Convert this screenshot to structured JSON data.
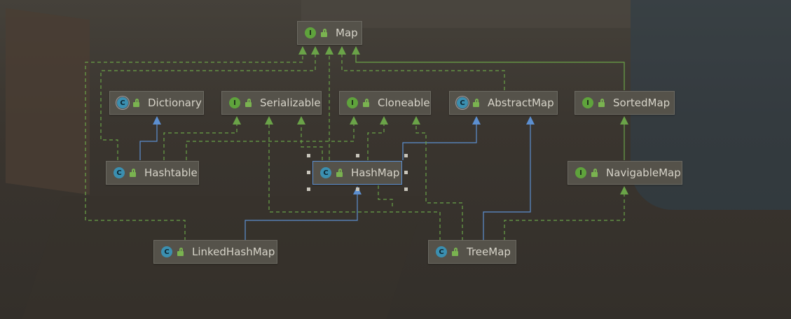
{
  "diagram": {
    "nodes": [
      {
        "id": "Map",
        "label": "Map",
        "kind": "interface",
        "badge": "I"
      },
      {
        "id": "Dictionary",
        "label": "Dictionary",
        "kind": "abstract-class",
        "badge": "C"
      },
      {
        "id": "Serializable",
        "label": "Serializable",
        "kind": "interface",
        "badge": "I"
      },
      {
        "id": "Cloneable",
        "label": "Cloneable",
        "kind": "interface",
        "badge": "I"
      },
      {
        "id": "AbstractMap",
        "label": "AbstractMap",
        "kind": "abstract-class",
        "badge": "C"
      },
      {
        "id": "SortedMap",
        "label": "SortedMap",
        "kind": "interface",
        "badge": "I"
      },
      {
        "id": "Hashtable",
        "label": "Hashtable",
        "kind": "class",
        "badge": "C"
      },
      {
        "id": "HashMap",
        "label": "HashMap",
        "kind": "class",
        "badge": "C",
        "selected": true
      },
      {
        "id": "NavigableMap",
        "label": "NavigableMap",
        "kind": "interface",
        "badge": "I"
      },
      {
        "id": "LinkedHashMap",
        "label": "LinkedHashMap",
        "kind": "class",
        "badge": "C"
      },
      {
        "id": "TreeMap",
        "label": "TreeMap",
        "kind": "class",
        "badge": "C"
      }
    ],
    "edges": [
      {
        "from": "Hashtable",
        "to": "Dictionary",
        "type": "extends"
      },
      {
        "from": "Hashtable",
        "to": "Map",
        "type": "implements"
      },
      {
        "from": "Hashtable",
        "to": "Serializable",
        "type": "implements"
      },
      {
        "from": "Hashtable",
        "to": "Cloneable",
        "type": "implements"
      },
      {
        "from": "HashMap",
        "to": "AbstractMap",
        "type": "extends"
      },
      {
        "from": "HashMap",
        "to": "Map",
        "type": "implements"
      },
      {
        "from": "HashMap",
        "to": "Serializable",
        "type": "implements"
      },
      {
        "from": "HashMap",
        "to": "Cloneable",
        "type": "implements"
      },
      {
        "from": "LinkedHashMap",
        "to": "HashMap",
        "type": "extends"
      },
      {
        "from": "LinkedHashMap",
        "to": "Map",
        "type": "implements"
      },
      {
        "from": "TreeMap",
        "to": "AbstractMap",
        "type": "extends"
      },
      {
        "from": "TreeMap",
        "to": "NavigableMap",
        "type": "implements"
      },
      {
        "from": "TreeMap",
        "to": "Serializable",
        "type": "implements"
      },
      {
        "from": "TreeMap",
        "to": "Cloneable",
        "type": "implements"
      },
      {
        "from": "AbstractMap",
        "to": "Map",
        "type": "implements"
      },
      {
        "from": "SortedMap",
        "to": "Map",
        "type": "extends"
      },
      {
        "from": "NavigableMap",
        "to": "SortedMap",
        "type": "extends"
      }
    ]
  },
  "colors": {
    "extends_class": "#5c8fd0",
    "implements": "#6aa348",
    "interface_badge": "#5fa33c",
    "class_badge": "#3b8fb0",
    "node_fill": "#55524a",
    "node_text": "#d6d3c8",
    "selection": "#5c8fd0"
  }
}
